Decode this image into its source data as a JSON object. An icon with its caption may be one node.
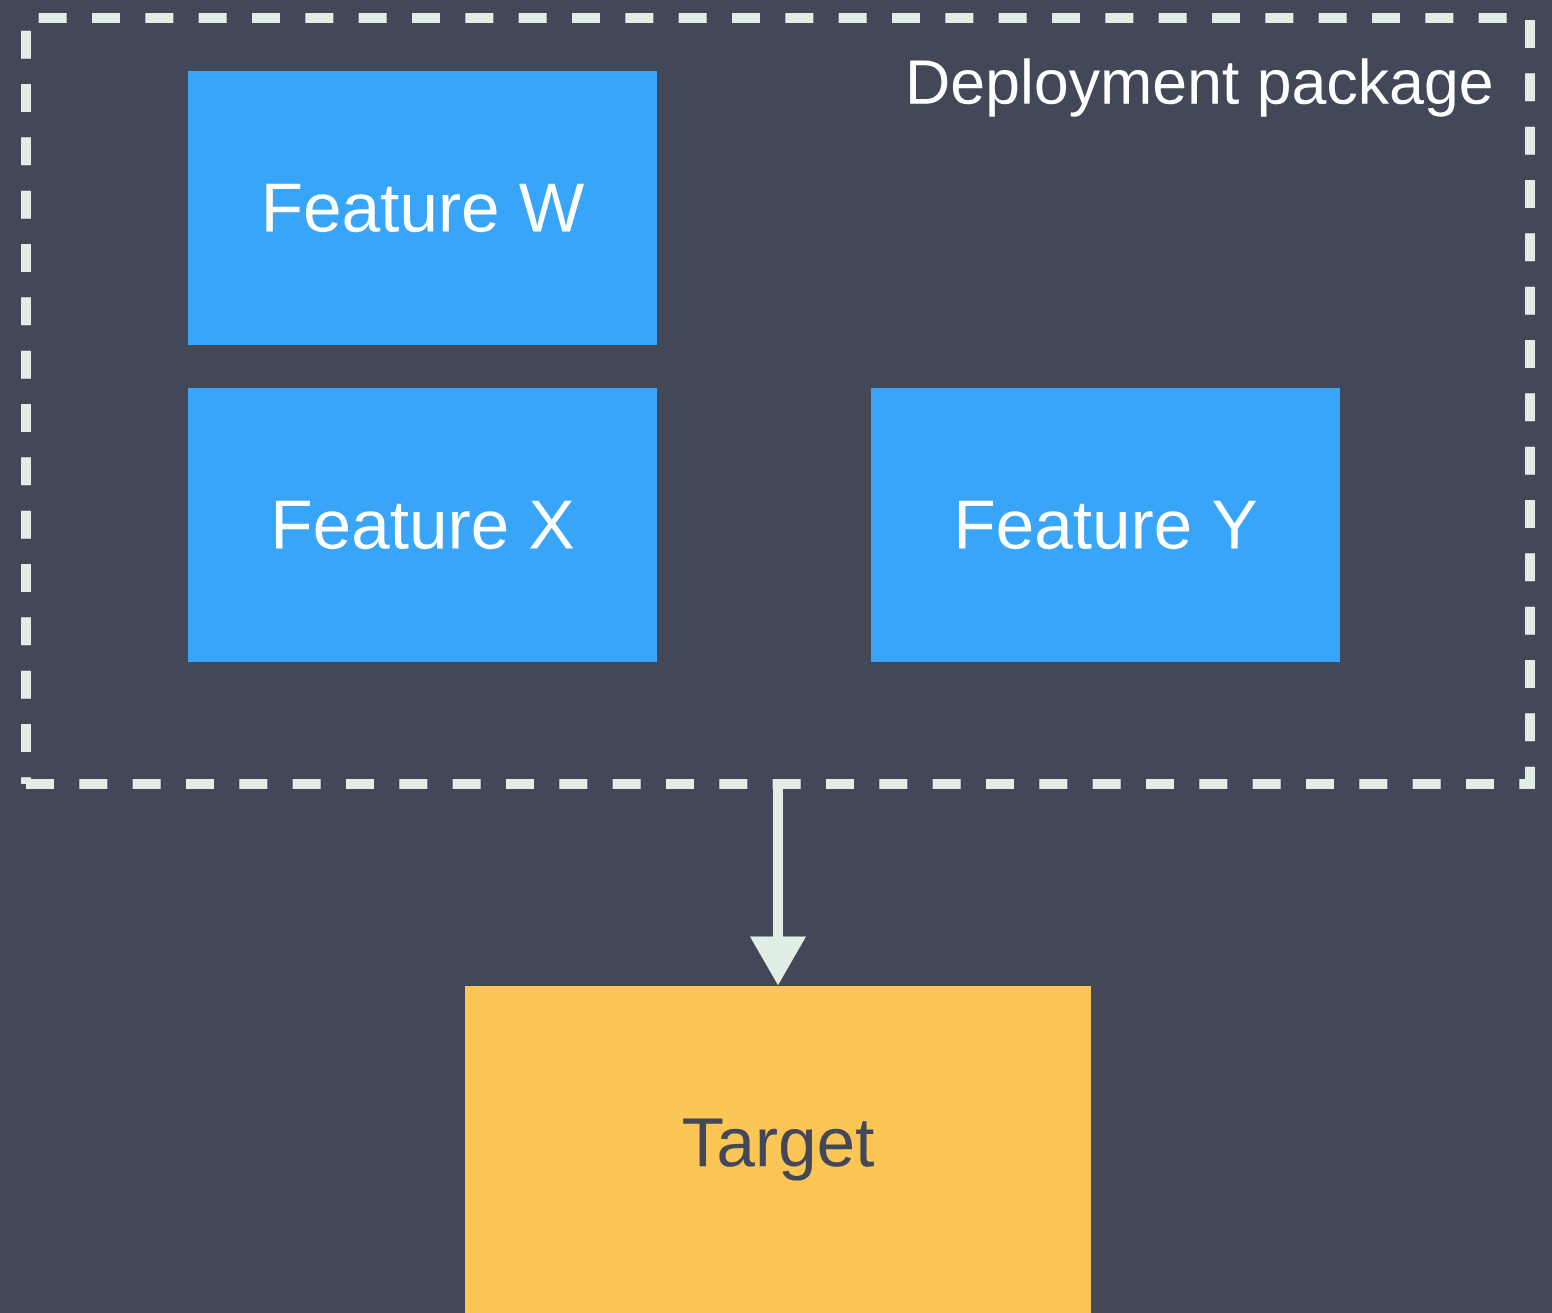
{
  "diagram": {
    "nodes": [
      {
        "text": [
          "Deployment package"
        ]
      },
      {
        "text": [
          "Feature W"
        ],
        "in": 0
      },
      {
        "text": [
          "Feature X"
        ],
        "in": 0
      },
      {
        "text": [
          "Feature Y"
        ],
        "in": 0
      },
      {
        "text": [
          "Target"
        ]
      }
    ],
    "edges": [
      {
        "from": 0,
        "to": 4,
        "arrow": "to"
      }
    ]
  }
}
